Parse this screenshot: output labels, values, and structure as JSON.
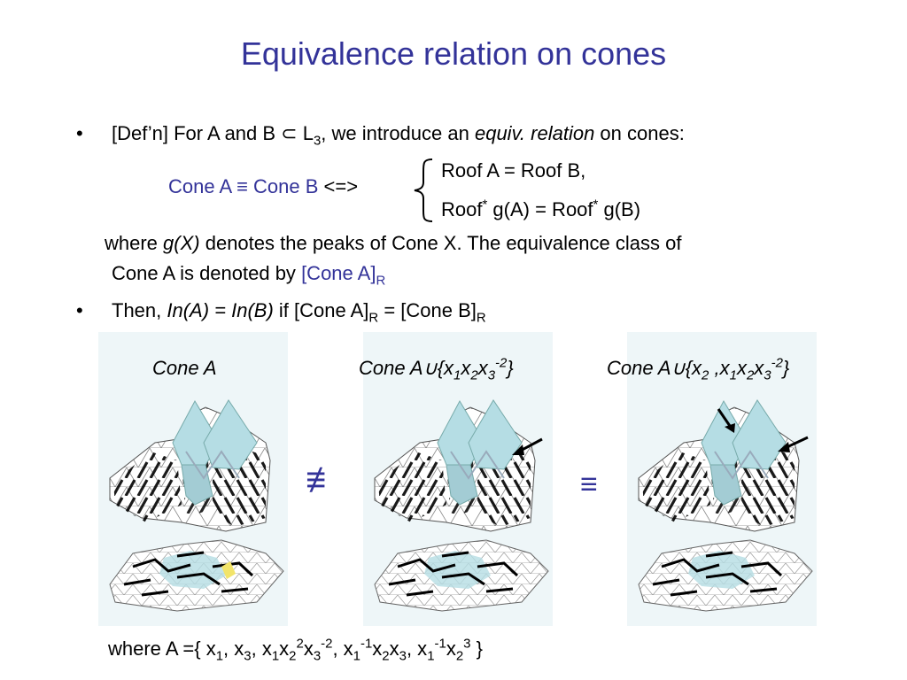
{
  "title": "Equivalence relation on cones",
  "bullet_symbol": "•",
  "def": {
    "lead": "[Def’n] For A and B ",
    "subset_symbol": "⊂",
    "L": " L",
    "L_sub": "3",
    "mid": ", we introduce an ",
    "italic": "equiv. relation",
    "tail": " on cones:"
  },
  "cone_eq": {
    "left": "Cone A ",
    "equiv_symbol": "≡",
    "right": " Cone B",
    "iff": " <=>",
    "case1": "Roof A = Roof B,",
    "case2_a": "Roof",
    "star": "*",
    "case2_b": " g(A) = Roof",
    "case2_c": " g(B)"
  },
  "where": {
    "line1_a": "where ",
    "line1_italic": "g(X)",
    "line1_b": " denotes the peaks of Cone X. The equivalence class of",
    "line2_a": "Cone A is denoted by ",
    "line2_blue": "[Cone A]",
    "line2_sub": "R"
  },
  "then": {
    "a": "Then, ",
    "italic": "In(A) = In(B)",
    "b": " if [Cone A]",
    "sub1": "R",
    "c": " = [Cone B]",
    "sub2": "R"
  },
  "panels": {
    "p1": "Cone A",
    "p2_a": "Cone A",
    "p2_union": "∪",
    "p2_b": "{x",
    "p3_a": "Cone A",
    "p3_b": "{x",
    "s1": "1",
    "s2": "2",
    "s3": "3",
    "neg2": "-2",
    "close": "}",
    "comma": " ,x"
  },
  "relations": {
    "not_equiv": "≢",
    "equiv": "≡"
  },
  "footer": {
    "a": "where A ={ x",
    "s1": "1",
    "b": ", x",
    "s3": "3",
    "c": ", x",
    "d": "x",
    "s2": "2",
    "sup2": "2",
    "e": "x",
    "supm2": "-2",
    "f": ", x",
    "supm1": "-1",
    "g": "x",
    "h": "x",
    "i": ", x",
    "j": "x",
    "sup3": "3",
    "close": " }"
  },
  "colors": {
    "title": "#333399",
    "panel_bg": "#eef6f8",
    "roof": "#b5dde4",
    "highlight": "#f2e46a"
  }
}
